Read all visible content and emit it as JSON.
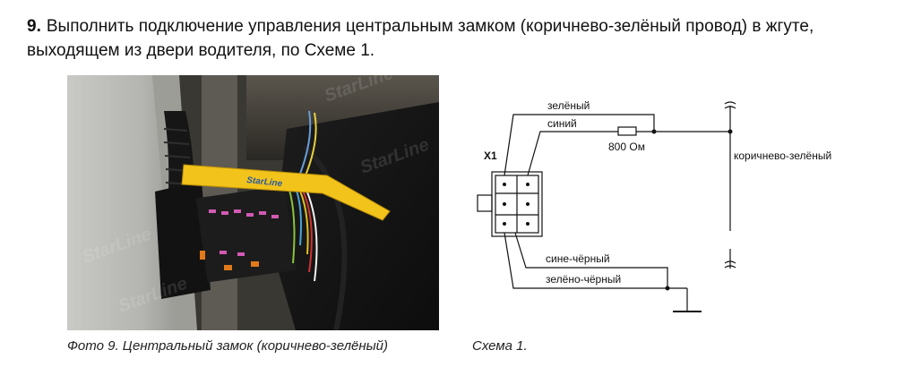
{
  "step": {
    "number": "9.",
    "text": "Выполнить подключение управления центральным замком (коричнево-зелёный провод) в жгуте, выходящем из двери водителя, по Схеме 1."
  },
  "photo": {
    "watermark": "StarLine",
    "tool_logo": "StarLine",
    "caption": "Фото 9. Центральный замок (коричнево-зелёный)"
  },
  "scheme": {
    "caption": "Схема 1.",
    "connector_label": "X1",
    "wires": {
      "green": "зелёный",
      "blue": "синий",
      "blue_black": "сине-чёрный",
      "green_black": "зелёно-чёрный",
      "brown_green": "коричнево-зелёный"
    },
    "resistor_label": "800 Ом"
  }
}
